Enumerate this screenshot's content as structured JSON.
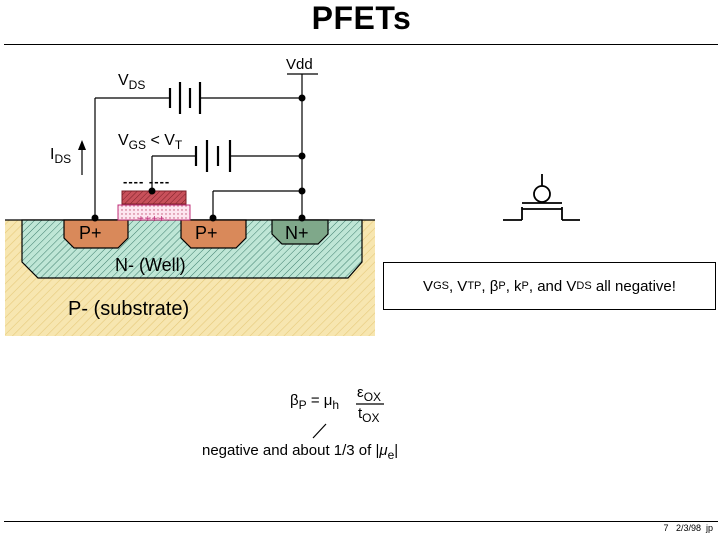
{
  "title": "PFETs",
  "labels": {
    "vdd": "Vdd",
    "vds_main": "V",
    "vds_sub": "DS",
    "vgs_main": "V",
    "vgs_sub": "GS",
    "vgs_lt": " < V",
    "vgs_t": "T",
    "ids_main": "I",
    "ids_sub": "DS",
    "minus_charges": "----  ----",
    "plus_charges": "++++",
    "p_plus_left": "P+",
    "p_plus_right": "P+",
    "n_plus": "N+",
    "n_well": "N- (Well)",
    "p_substrate": "P- (substrate)"
  },
  "note": {
    "v1": "V",
    "s1": "GS",
    "v2": ", V",
    "s2": "TP",
    "v3": ", β",
    "s3": "P",
    "v4": ", k",
    "s4": "P",
    "v5": ", and V",
    "s5": "DS",
    "tail": " all negative!"
  },
  "formula": {
    "beta": "β",
    "beta_sub": "P",
    "equals": " = ",
    "mu": "μ",
    "mu_sub": "h",
    "num": "ε",
    "num_sub": "OX",
    "den": "t",
    "den_sub": "OX",
    "caption_pre": "negative and about 1/3 of |",
    "caption_mu": "μ",
    "caption_sub": "e",
    "caption_post": "|"
  },
  "footer": "7   2/3/98  jp",
  "colors": {
    "substrate": "#f7e6b0",
    "well": "#a9d9c8",
    "p_plus": "#d9895a",
    "n_plus": "#7fa88a",
    "gate": "#b3404a",
    "oxide": "#f0b8d0"
  }
}
